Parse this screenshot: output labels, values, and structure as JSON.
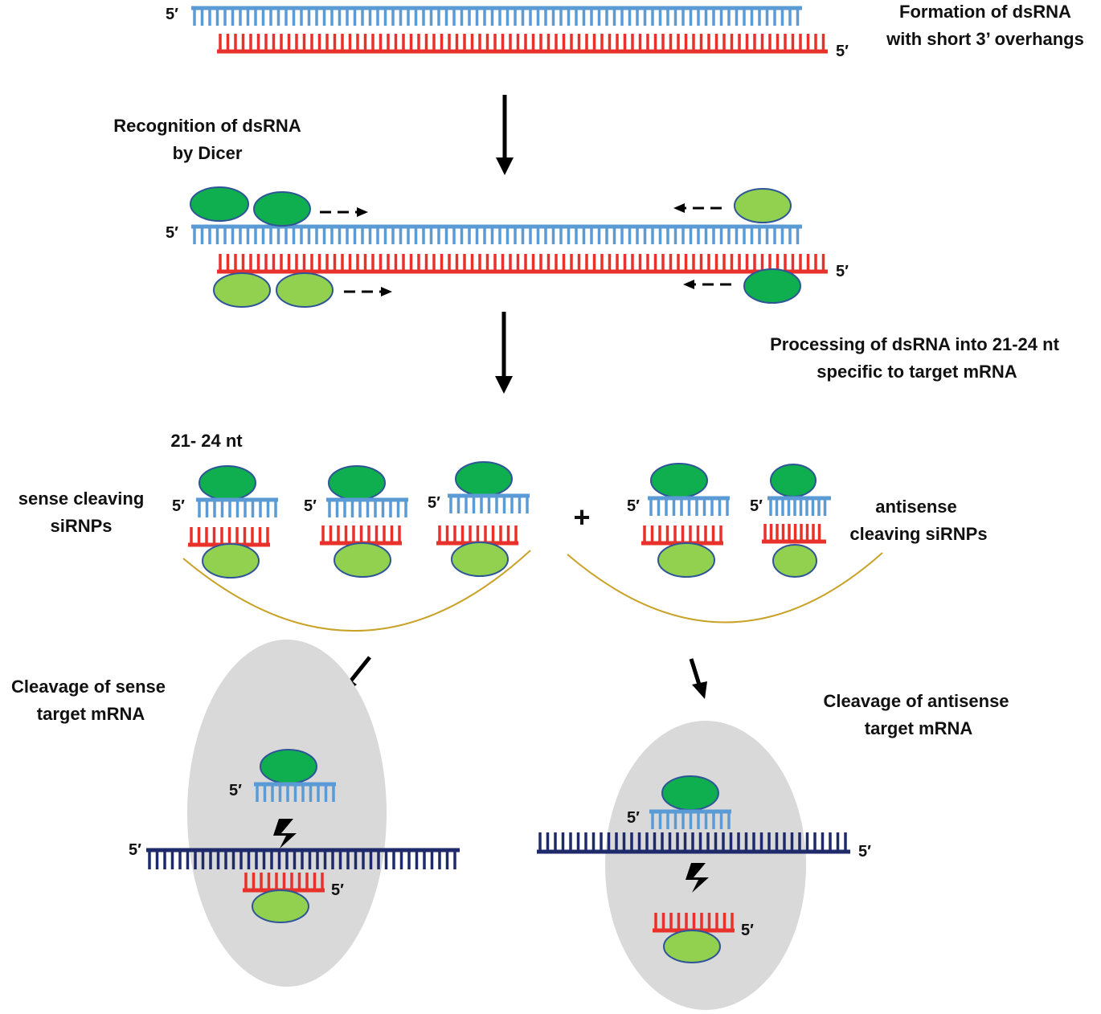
{
  "colors": {
    "sense_strand": "#5b9bd5",
    "antisense_strand": "#e8312a",
    "target_mrna": "#1f2a6b",
    "dicer_dark": "#0fae4f",
    "dicer_light": "#92d050",
    "complex_bg": "#d9d9d9",
    "bracket": "#c9a227",
    "arrow": "#000000"
  },
  "labels": {
    "formation": [
      "Formation of dsRNA",
      "with short 3’ overhangs"
    ],
    "recognition": [
      "Recognition of dsRNA",
      "by Dicer"
    ],
    "processing": [
      "Processing of dsRNA into 21-24 nt",
      "specific to target mRNA"
    ],
    "nt_length": "21- 24 nt",
    "sense_sirnps": [
      "sense cleaving",
      "siRNPs"
    ],
    "antisense_sirnps": [
      "antisense",
      "cleaving siRNPs"
    ],
    "plus": "+",
    "cleavage_sense": [
      "Cleavage of  sense",
      "target mRNA"
    ],
    "cleavage_antisense": [
      "Cleavage of antisense",
      "target mRNA"
    ],
    "five_prime": "5′",
    "cleavage_symbol": "lightning-bolt-icon"
  }
}
